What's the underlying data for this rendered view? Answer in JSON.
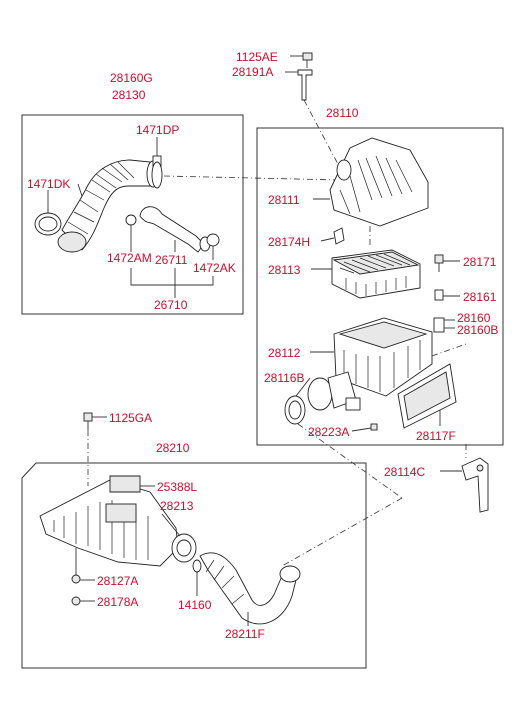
{
  "colors": {
    "label": "#c8102e",
    "line": "#333333"
  },
  "labels": {
    "p1125AE": "1125AE",
    "p28191A": "28191A",
    "p28160G": "28160G",
    "p28130": "28130",
    "p28110": "28110",
    "p1471DP": "1471DP",
    "p1471DK": "1471DK",
    "p28111": "28111",
    "p28174H": "28174H",
    "p28113": "28113",
    "p28171": "28171",
    "p28161": "28161",
    "p1472AM": "1472AM",
    "p26711": "26711",
    "p1472AK": "1472AK",
    "p26710": "26710",
    "p28160": "28160",
    "p28160B": "28160B",
    "p28112": "28112",
    "p28116B": "28116B",
    "p28223A": "28223A",
    "p28117F": "28117F",
    "p1125GA": "1125GA",
    "p28210": "28210",
    "p28114C": "28114C",
    "p25388L": "25388L",
    "p28213": "28213",
    "p28127A": "28127A",
    "p28178A": "28178A",
    "p14160": "14160",
    "p28211F": "28211F"
  }
}
